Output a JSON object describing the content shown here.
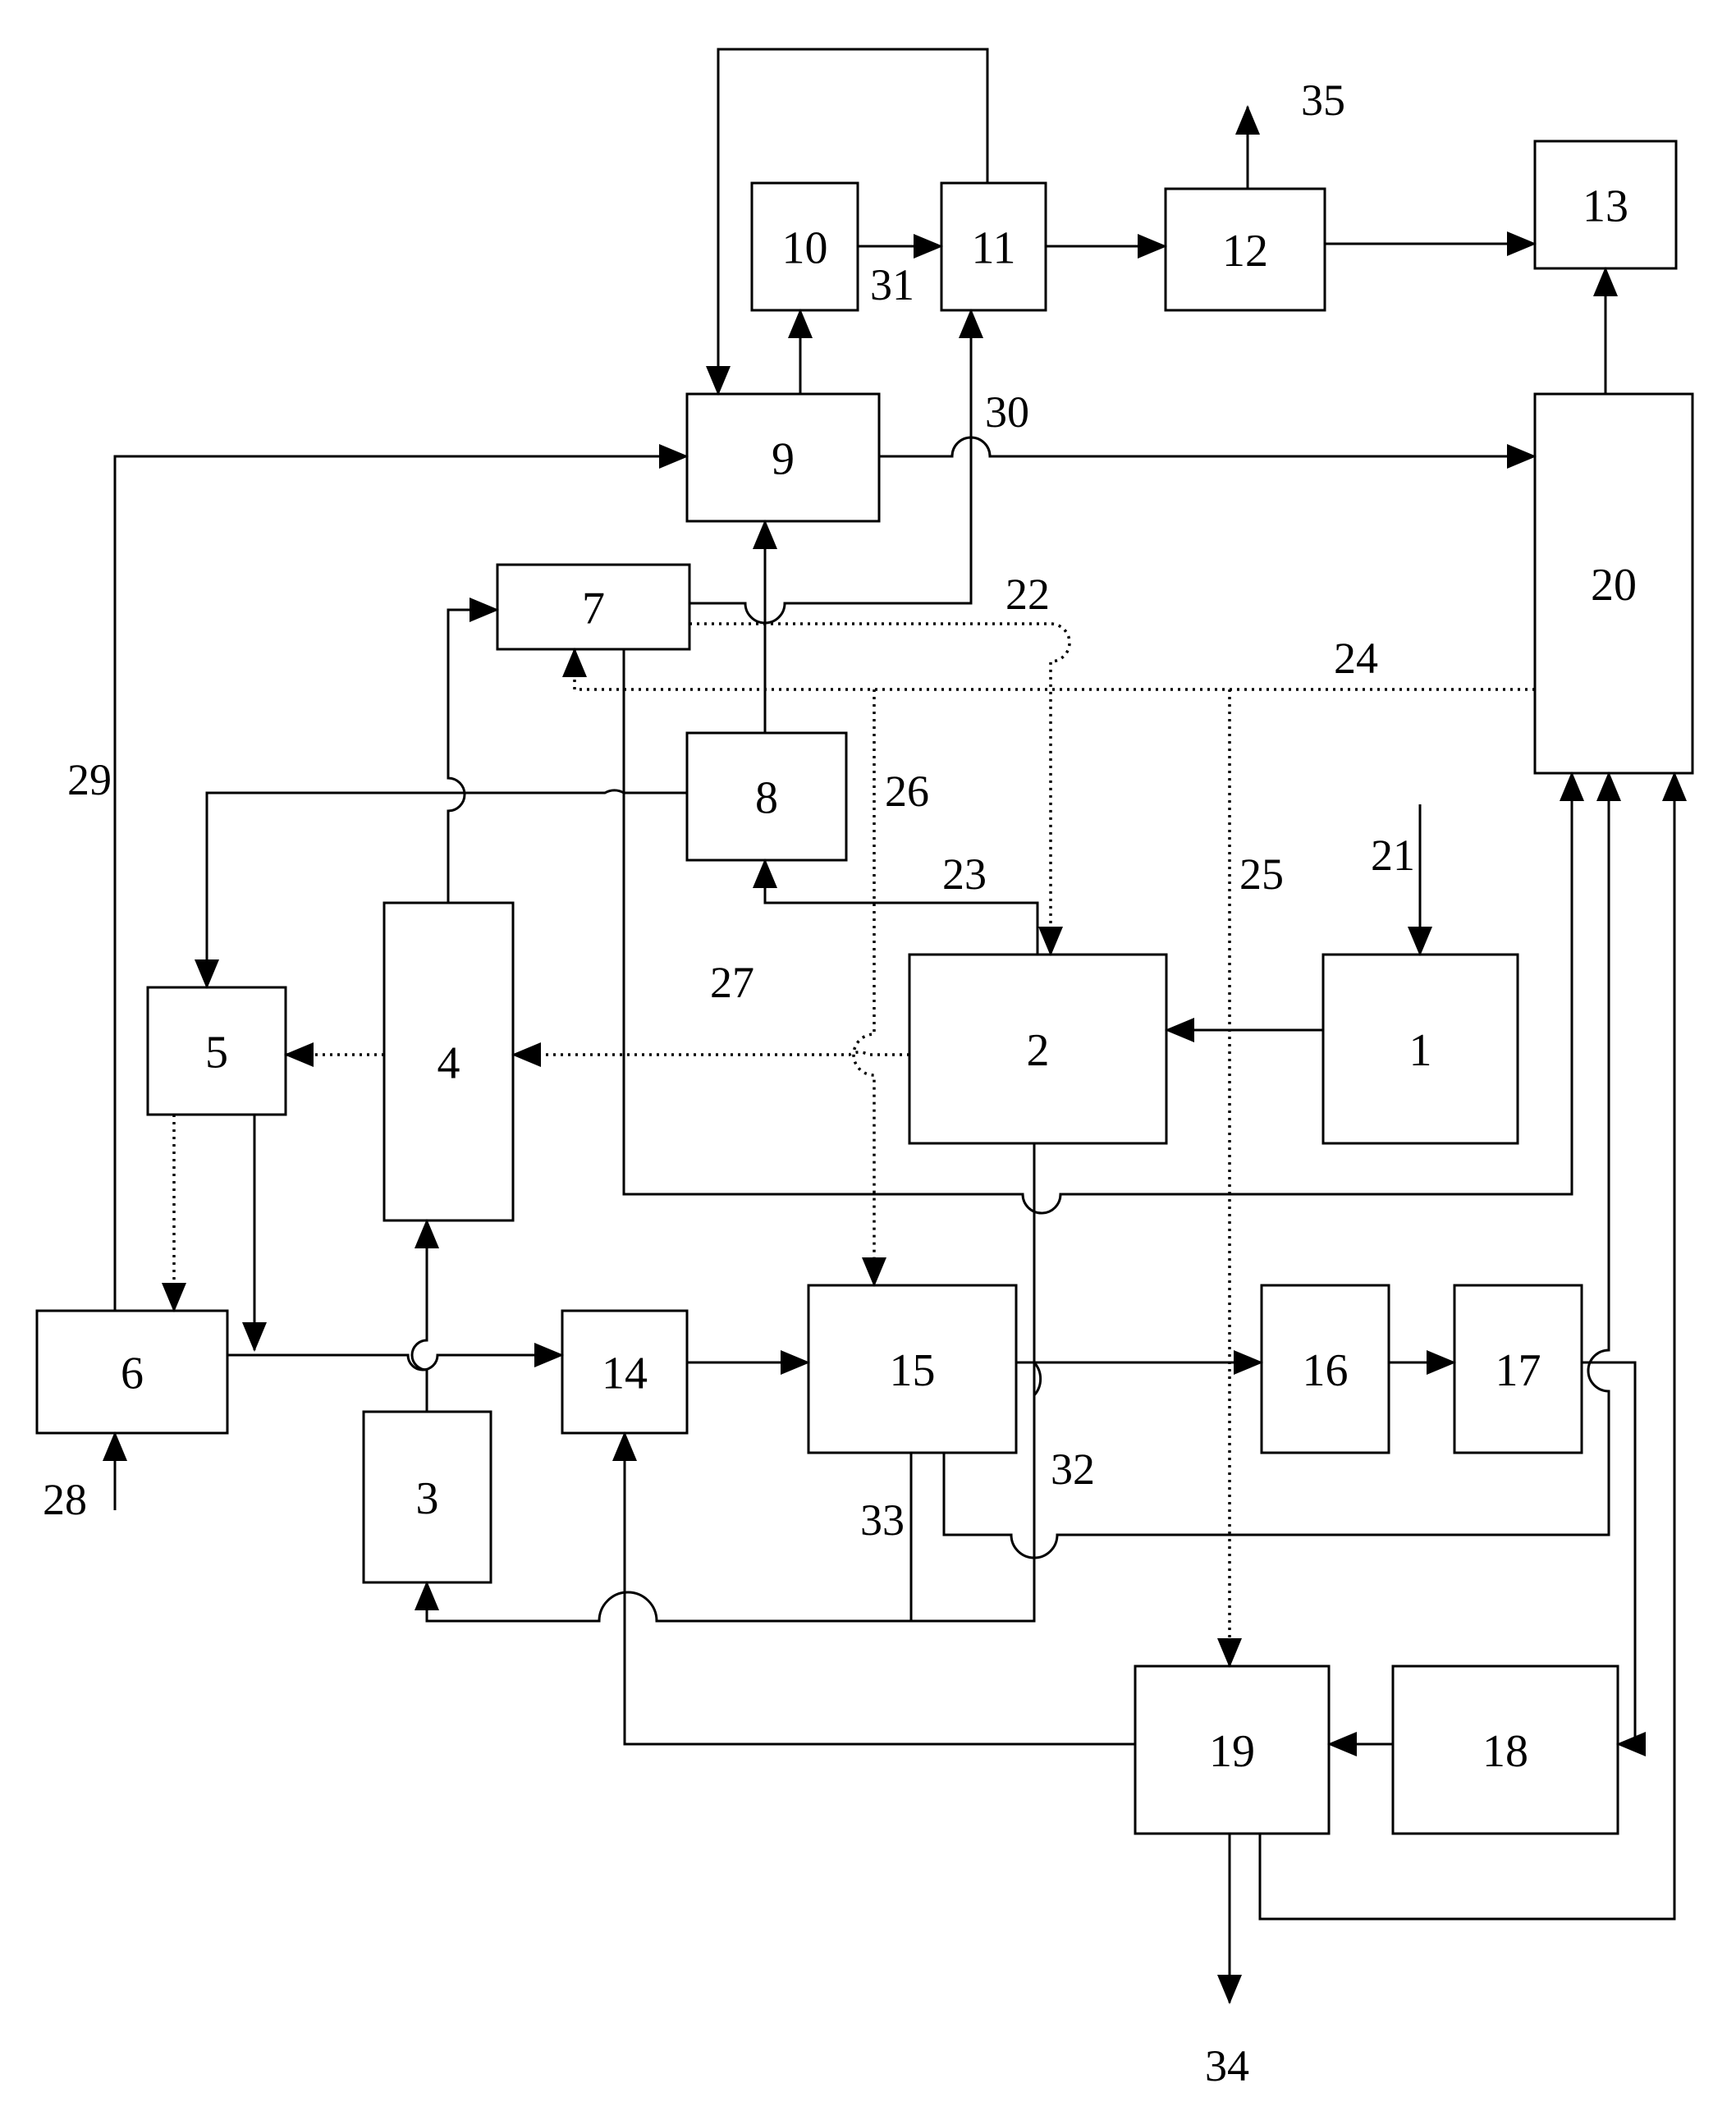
{
  "blocks": [
    {
      "id": "1",
      "label": "1"
    },
    {
      "id": "2",
      "label": "2"
    },
    {
      "id": "3",
      "label": "3"
    },
    {
      "id": "4",
      "label": "4"
    },
    {
      "id": "5",
      "label": "5"
    },
    {
      "id": "6",
      "label": "6"
    },
    {
      "id": "7",
      "label": "7"
    },
    {
      "id": "8",
      "label": "8"
    },
    {
      "id": "9",
      "label": "9"
    },
    {
      "id": "10",
      "label": "10"
    },
    {
      "id": "11",
      "label": "11"
    },
    {
      "id": "12",
      "label": "12"
    },
    {
      "id": "13",
      "label": "13"
    },
    {
      "id": "14",
      "label": "14"
    },
    {
      "id": "15",
      "label": "15"
    },
    {
      "id": "16",
      "label": "16"
    },
    {
      "id": "17",
      "label": "17"
    },
    {
      "id": "18",
      "label": "18"
    },
    {
      "id": "19",
      "label": "19"
    },
    {
      "id": "20",
      "label": "20"
    }
  ],
  "references": [
    {
      "id": "21",
      "label": "21"
    },
    {
      "id": "22",
      "label": "22"
    },
    {
      "id": "23",
      "label": "23"
    },
    {
      "id": "24",
      "label": "24"
    },
    {
      "id": "25",
      "label": "25"
    },
    {
      "id": "26",
      "label": "26"
    },
    {
      "id": "27",
      "label": "27"
    },
    {
      "id": "28",
      "label": "28"
    },
    {
      "id": "29",
      "label": "29"
    },
    {
      "id": "30",
      "label": "30"
    },
    {
      "id": "31",
      "label": "31"
    },
    {
      "id": "32",
      "label": "32"
    },
    {
      "id": "33",
      "label": "33"
    },
    {
      "id": "34",
      "label": "34"
    },
    {
      "id": "35",
      "label": "35"
    }
  ]
}
